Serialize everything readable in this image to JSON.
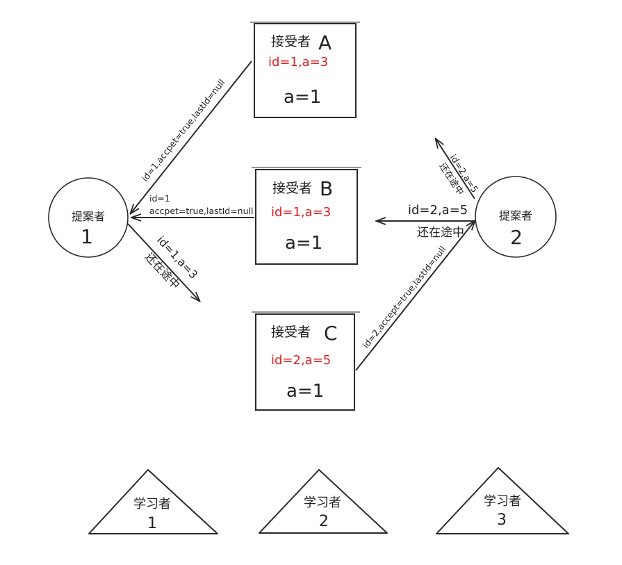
{
  "colors": {
    "ink": "#2a2a2a",
    "red": "#e02020",
    "bg": "#ffffff"
  },
  "proposers": [
    {
      "label": "提案者",
      "number": "1"
    },
    {
      "label": "提案者",
      "number": "2"
    }
  ],
  "acceptors": [
    {
      "label": "接受者",
      "letter": "A",
      "proposal": "id=1,a=3",
      "value": "a=1"
    },
    {
      "label": "接受者",
      "letter": "B",
      "proposal": "id=1,a=3",
      "value": "a=1"
    },
    {
      "label": "接受者",
      "letter": "C",
      "proposal": "id=2,a=5",
      "value": "a=1"
    }
  ],
  "learners": [
    {
      "label": "学习者",
      "number": "1"
    },
    {
      "label": "学习者",
      "number": "2"
    },
    {
      "label": "学习者",
      "number": "3"
    }
  ],
  "messages": {
    "a_to_p1": "id=1,accpet=true,lastId=null",
    "b_to_p1_line1": "id=1",
    "b_to_p1_line2": "accpet=true,lastId=null",
    "p1_to_c_line1": "id=1,a=3",
    "p1_to_c_line2": "还在途中",
    "p2_to_a_line1": "id=2,a=5",
    "p2_to_a_line2": "还在途中",
    "p2_to_b_line1": "id=2,a=5",
    "p2_to_b_line2": "还在途中",
    "c_to_p2": "id=2,accept=true,lastId=null"
  }
}
